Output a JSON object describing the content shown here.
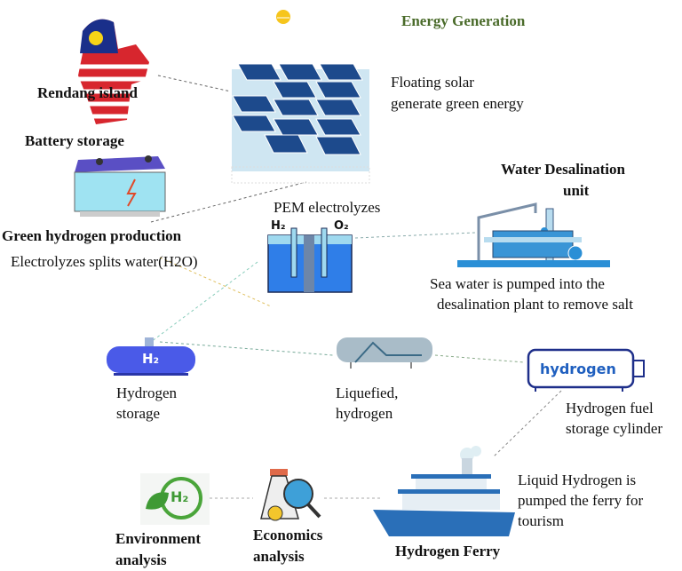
{
  "title": "Energy Generation",
  "labels": {
    "rendang": "Rendang island",
    "solar1": "Floating solar",
    "solar2": "generate green energy",
    "battery": "Battery storage",
    "ghp": "Green hydrogen production",
    "splits": "Electrolyzes splits water(H2O)",
    "pem": "PEM electrolyzes",
    "desal1": "Water Desalination",
    "desal2": "unit",
    "sea1": "Sea water is pumped into the",
    "sea2": "desalination plant to remove salt",
    "hs1": "Hydrogen",
    "hs2": "storage",
    "liq1": "Liquefied,",
    "liq2": "hydrogen",
    "fuel1": "Hydrogen fuel",
    "fuel2": "storage cylinder",
    "lh1": "Liquid Hydrogen is",
    "lh2": "pumped the ferry for",
    "lh3": "tourism",
    "env1": "Environment",
    "env2": "analysis",
    "eco1": "Economics",
    "eco2": "analysis",
    "ferry": "Hydrogen Ferry"
  },
  "icon_text": {
    "h2": "H₂",
    "o2": "O₂",
    "cyl": "hydrogen"
  },
  "colors": {
    "title": "#4a6b2a",
    "blue": "#1f5fbf"
  }
}
